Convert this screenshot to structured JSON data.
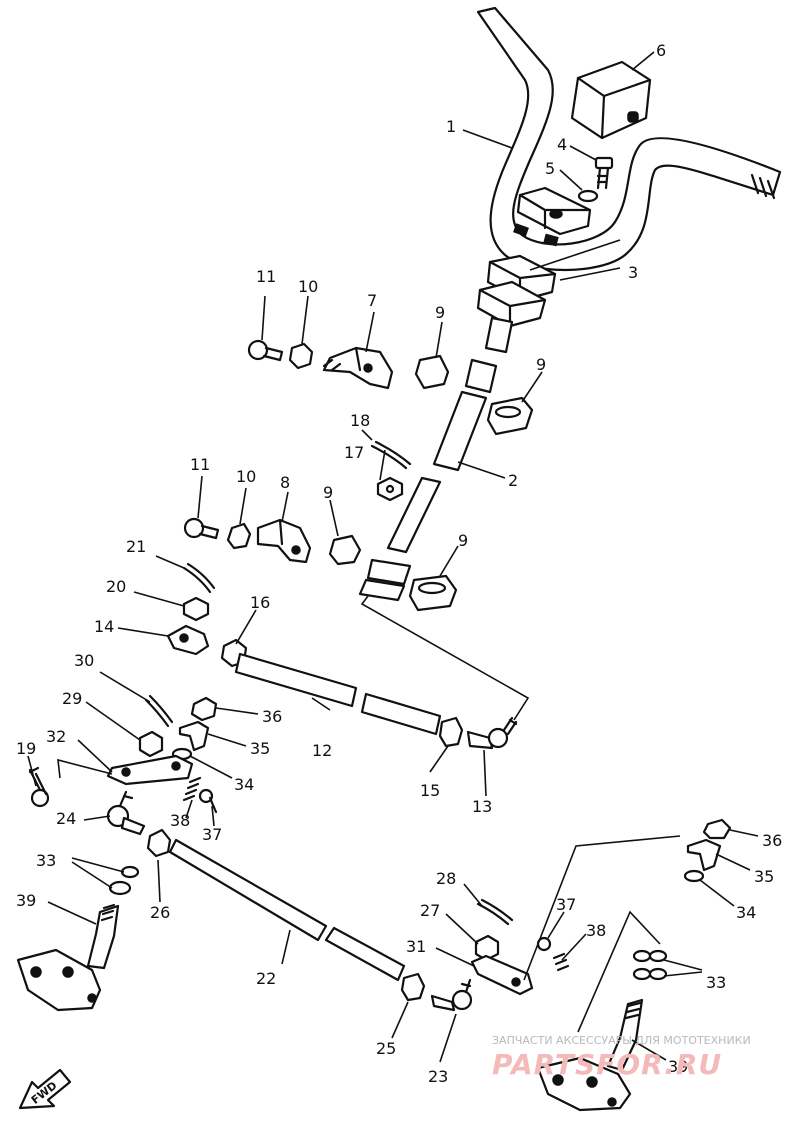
{
  "callouts": [
    "1",
    "2",
    "3",
    "4",
    "5",
    "6",
    "7",
    "8",
    "9",
    "10",
    "11",
    "12",
    "13",
    "14",
    "15",
    "16",
    "17",
    "18",
    "19",
    "20",
    "21",
    "22",
    "23",
    "24",
    "25",
    "26",
    "27",
    "28",
    "29",
    "30",
    "31",
    "32",
    "33",
    "34",
    "35",
    "36",
    "37",
    "38",
    "39"
  ],
  "fwd_label": "FWD",
  "watermark": {
    "top_text": "ЗАПЧАСТИ АКСЕССУАРЫ ДЛЯ МОТОТЕХНИКИ",
    "brand": "PARTSFOR.RU"
  }
}
